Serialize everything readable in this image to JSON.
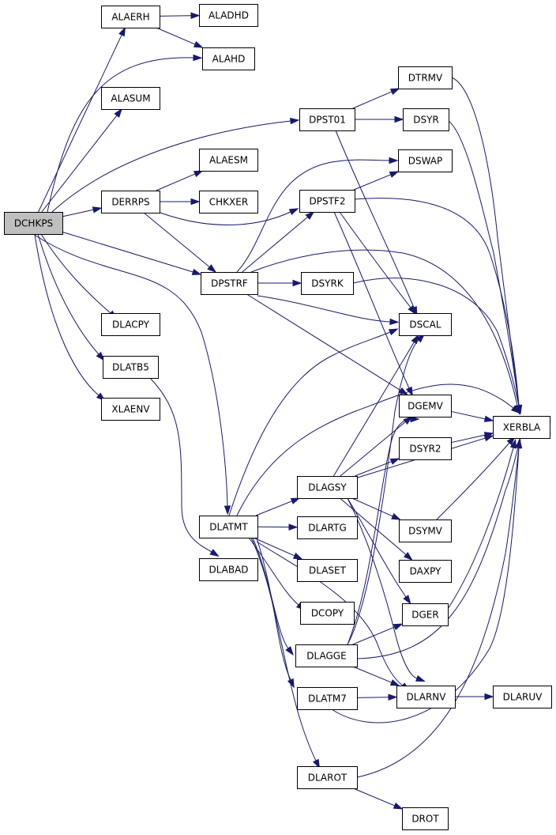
{
  "graph": {
    "root": "DCHKPS",
    "edge_color": "#191970",
    "root_fill": "#bfbfbf",
    "nodes": [
      {
        "id": "DCHKPS",
        "label": "DCHKPS"
      },
      {
        "id": "ALAERH",
        "label": "ALAERH"
      },
      {
        "id": "ALADHD",
        "label": "ALADHD"
      },
      {
        "id": "ALAHD",
        "label": "ALAHD"
      },
      {
        "id": "ALASUM",
        "label": "ALASUM"
      },
      {
        "id": "DPST01",
        "label": "DPST01"
      },
      {
        "id": "DTRMV",
        "label": "DTRMV"
      },
      {
        "id": "DSYR",
        "label": "DSYR"
      },
      {
        "id": "ALAESM",
        "label": "ALAESM"
      },
      {
        "id": "DSWAP",
        "label": "DSWAP"
      },
      {
        "id": "DERRPS",
        "label": "DERRPS"
      },
      {
        "id": "CHKXER",
        "label": "CHKXER"
      },
      {
        "id": "DPSTF2",
        "label": "DPSTF2"
      },
      {
        "id": "DPSTRF",
        "label": "DPSTRF"
      },
      {
        "id": "DSYRK",
        "label": "DSYRK"
      },
      {
        "id": "DSCAL",
        "label": "DSCAL"
      },
      {
        "id": "DLACPY",
        "label": "DLACPY"
      },
      {
        "id": "DLATB5",
        "label": "DLATB5"
      },
      {
        "id": "XLAENV",
        "label": "XLAENV"
      },
      {
        "id": "DGEMV",
        "label": "DGEMV"
      },
      {
        "id": "XERBLA",
        "label": "XERBLA"
      },
      {
        "id": "DSYR2",
        "label": "DSYR2"
      },
      {
        "id": "DLAGSY",
        "label": "DLAGSY"
      },
      {
        "id": "DLATMT",
        "label": "DLATMT"
      },
      {
        "id": "DLARTG",
        "label": "DLARTG"
      },
      {
        "id": "DSYMV",
        "label": "DSYMV"
      },
      {
        "id": "DLABAD",
        "label": "DLABAD"
      },
      {
        "id": "DLASET",
        "label": "DLASET"
      },
      {
        "id": "DAXPY",
        "label": "DAXPY"
      },
      {
        "id": "DCOPY",
        "label": "DCOPY"
      },
      {
        "id": "DGER",
        "label": "DGER"
      },
      {
        "id": "DLAGGE",
        "label": "DLAGGE"
      },
      {
        "id": "DLATM7",
        "label": "DLATM7"
      },
      {
        "id": "DLARNV",
        "label": "DLARNV"
      },
      {
        "id": "DLARUV",
        "label": "DLARUV"
      },
      {
        "id": "DLAROT",
        "label": "DLAROT"
      },
      {
        "id": "DROT",
        "label": "DROT"
      }
    ],
    "edges": [
      {
        "from": "DCHKPS",
        "to": "ALAERH"
      },
      {
        "from": "DCHKPS",
        "to": "ALAHD"
      },
      {
        "from": "DCHKPS",
        "to": "ALASUM"
      },
      {
        "from": "DCHKPS",
        "to": "DPST01"
      },
      {
        "from": "DCHKPS",
        "to": "DERRPS"
      },
      {
        "from": "DCHKPS",
        "to": "DPSTRF"
      },
      {
        "from": "DCHKPS",
        "to": "DLACPY"
      },
      {
        "from": "DCHKPS",
        "to": "DLATB5"
      },
      {
        "from": "DCHKPS",
        "to": "XLAENV"
      },
      {
        "from": "DCHKPS",
        "to": "DLATMT"
      },
      {
        "from": "ALAERH",
        "to": "ALADHD"
      },
      {
        "from": "ALAERH",
        "to": "ALAHD"
      },
      {
        "from": "DPST01",
        "to": "DTRMV"
      },
      {
        "from": "DPST01",
        "to": "DSYR"
      },
      {
        "from": "DPST01",
        "to": "DSCAL"
      },
      {
        "from": "DTRMV",
        "to": "XERBLA"
      },
      {
        "from": "DSYR",
        "to": "XERBLA"
      },
      {
        "from": "DERRPS",
        "to": "ALAESM"
      },
      {
        "from": "DERRPS",
        "to": "CHKXER"
      },
      {
        "from": "DERRPS",
        "to": "DPSTF2"
      },
      {
        "from": "DERRPS",
        "to": "DPSTRF"
      },
      {
        "from": "DPSTF2",
        "to": "DSWAP"
      },
      {
        "from": "DPSTF2",
        "to": "DSCAL"
      },
      {
        "from": "DPSTF2",
        "to": "DGEMV"
      },
      {
        "from": "DPSTF2",
        "to": "XERBLA"
      },
      {
        "from": "DPSTRF",
        "to": "DSWAP"
      },
      {
        "from": "DPSTRF",
        "to": "DPSTF2"
      },
      {
        "from": "DPSTRF",
        "to": "DSYRK"
      },
      {
        "from": "DPSTRF",
        "to": "DSCAL"
      },
      {
        "from": "DPSTRF",
        "to": "DGEMV"
      },
      {
        "from": "DPSTRF",
        "to": "XERBLA"
      },
      {
        "from": "DSYRK",
        "to": "XERBLA"
      },
      {
        "from": "DLATB5",
        "to": "DLABAD"
      },
      {
        "from": "DGEMV",
        "to": "XERBLA"
      },
      {
        "from": "DSYR2",
        "to": "XERBLA"
      },
      {
        "from": "DLATMT",
        "to": "DSCAL"
      },
      {
        "from": "DLATMT",
        "to": "XERBLA"
      },
      {
        "from": "DLATMT",
        "to": "DLAGSY"
      },
      {
        "from": "DLATMT",
        "to": "DLARTG"
      },
      {
        "from": "DLATMT",
        "to": "DLASET"
      },
      {
        "from": "DLATMT",
        "to": "DCOPY"
      },
      {
        "from": "DLATMT",
        "to": "DLAGGE"
      },
      {
        "from": "DLATMT",
        "to": "DLATM7"
      },
      {
        "from": "DLATMT",
        "to": "DLARNV"
      },
      {
        "from": "DLATMT",
        "to": "DLAROT"
      },
      {
        "from": "DLAGSY",
        "to": "DSCAL"
      },
      {
        "from": "DLAGSY",
        "to": "DGEMV"
      },
      {
        "from": "DLAGSY",
        "to": "DSYR2"
      },
      {
        "from": "DLAGSY",
        "to": "XERBLA"
      },
      {
        "from": "DLAGSY",
        "to": "DSYMV"
      },
      {
        "from": "DLAGSY",
        "to": "DAXPY"
      },
      {
        "from": "DLAGSY",
        "to": "DGER"
      },
      {
        "from": "DLAGSY",
        "to": "DLARNV"
      },
      {
        "from": "DSYMV",
        "to": "XERBLA"
      },
      {
        "from": "DGER",
        "to": "XERBLA"
      },
      {
        "from": "DLAGGE",
        "to": "DSCAL"
      },
      {
        "from": "DLAGGE",
        "to": "DGEMV"
      },
      {
        "from": "DLAGGE",
        "to": "DGER"
      },
      {
        "from": "DLAGGE",
        "to": "XERBLA"
      },
      {
        "from": "DLAGGE",
        "to": "DLARNV"
      },
      {
        "from": "DLATM7",
        "to": "DLARNV"
      },
      {
        "from": "DLATM7",
        "to": "XERBLA"
      },
      {
        "from": "DLARNV",
        "to": "DLARUV"
      },
      {
        "from": "DLAROT",
        "to": "XERBLA"
      },
      {
        "from": "DLAROT",
        "to": "DROT"
      }
    ]
  }
}
